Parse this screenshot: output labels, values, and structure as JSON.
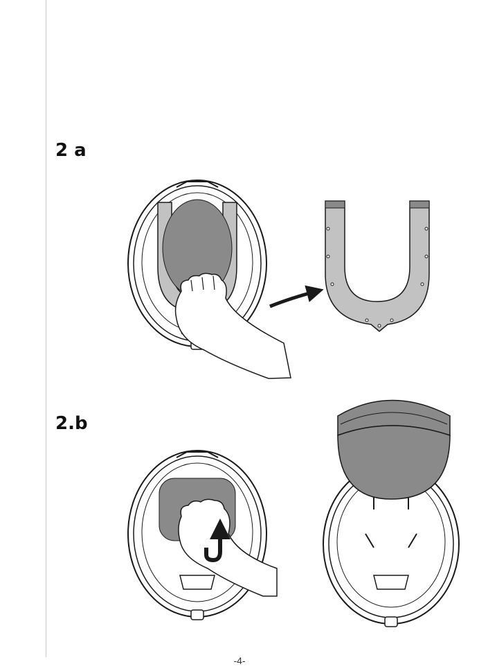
{
  "steps": {
    "a": {
      "label": "2 a"
    },
    "b": {
      "label": "2.b"
    }
  },
  "footer": {
    "page_number": "-4-"
  },
  "colors": {
    "pad_dark": "#8a8a8a",
    "pad_light": "#c2c2c2",
    "outline": "#1a1a1a",
    "arrow": "#1a1a1a"
  },
  "icons": [
    "curved-arrow-icon",
    "rotate-arrow-icon"
  ]
}
